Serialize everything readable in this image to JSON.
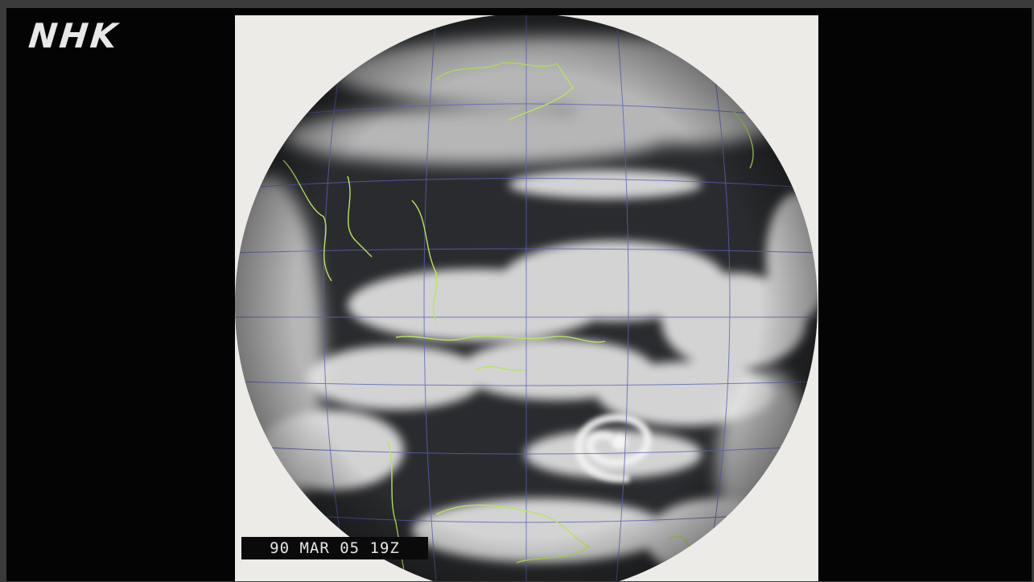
{
  "broadcast": {
    "logo_text": "NHK",
    "timestamp": "90 MAR 05 19Z"
  },
  "colors": {
    "frame": "#3b3b3b",
    "screen": "#040404",
    "panel_background": "#ecebe8",
    "ocean": "#2a2b2e",
    "cloud": "#e4e4e4",
    "coastline": "#b8e65a",
    "grid": "#5a62b8"
  },
  "icons": {
    "logo": "nhk-logo"
  }
}
